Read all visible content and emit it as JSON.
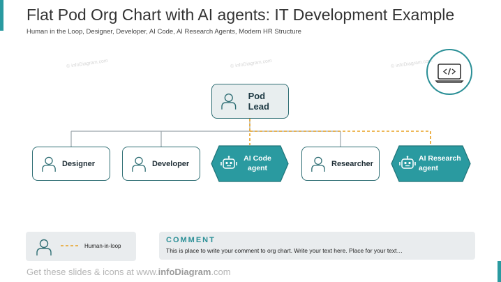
{
  "header": {
    "title": "Flat Pod Org Chart with AI agents: IT Development Example",
    "subtitle": "Human in the Loop, Designer, Developer, AI Code, AI Research Agents, Modern HR Structure"
  },
  "watermarks": [
    "© infoDiagram.com",
    "© infoDiagram.com",
    "© infoDiagram.com"
  ],
  "org": {
    "pod_lead": "Pod Lead",
    "members": {
      "designer": "Designer",
      "developer": "Developer",
      "ai_code": "AI Code agent",
      "researcher": "Researcher",
      "ai_research": "AI Research agent"
    },
    "ai_code_line1": "AI Code",
    "ai_code_line2": "agent",
    "ai_research_line1": "AI Research",
    "ai_research_line2": "agent"
  },
  "legend": {
    "label": "Human-in-loop"
  },
  "comment": {
    "title": "COMMENT",
    "text": "This is place to write your comment to org chart. Write your text here. Place for your text…"
  },
  "footer": {
    "prefix": "Get these slides & icons at www.",
    "brand": "infoDiagram",
    "suffix": ".com"
  },
  "colors": {
    "teal": "#2a9aa0",
    "dark_teal": "#2f6e74",
    "dash": "#e8a020",
    "line": "#9aa5aa"
  },
  "icons": [
    "person-icon",
    "robot-icon",
    "laptop-code-icon"
  ]
}
